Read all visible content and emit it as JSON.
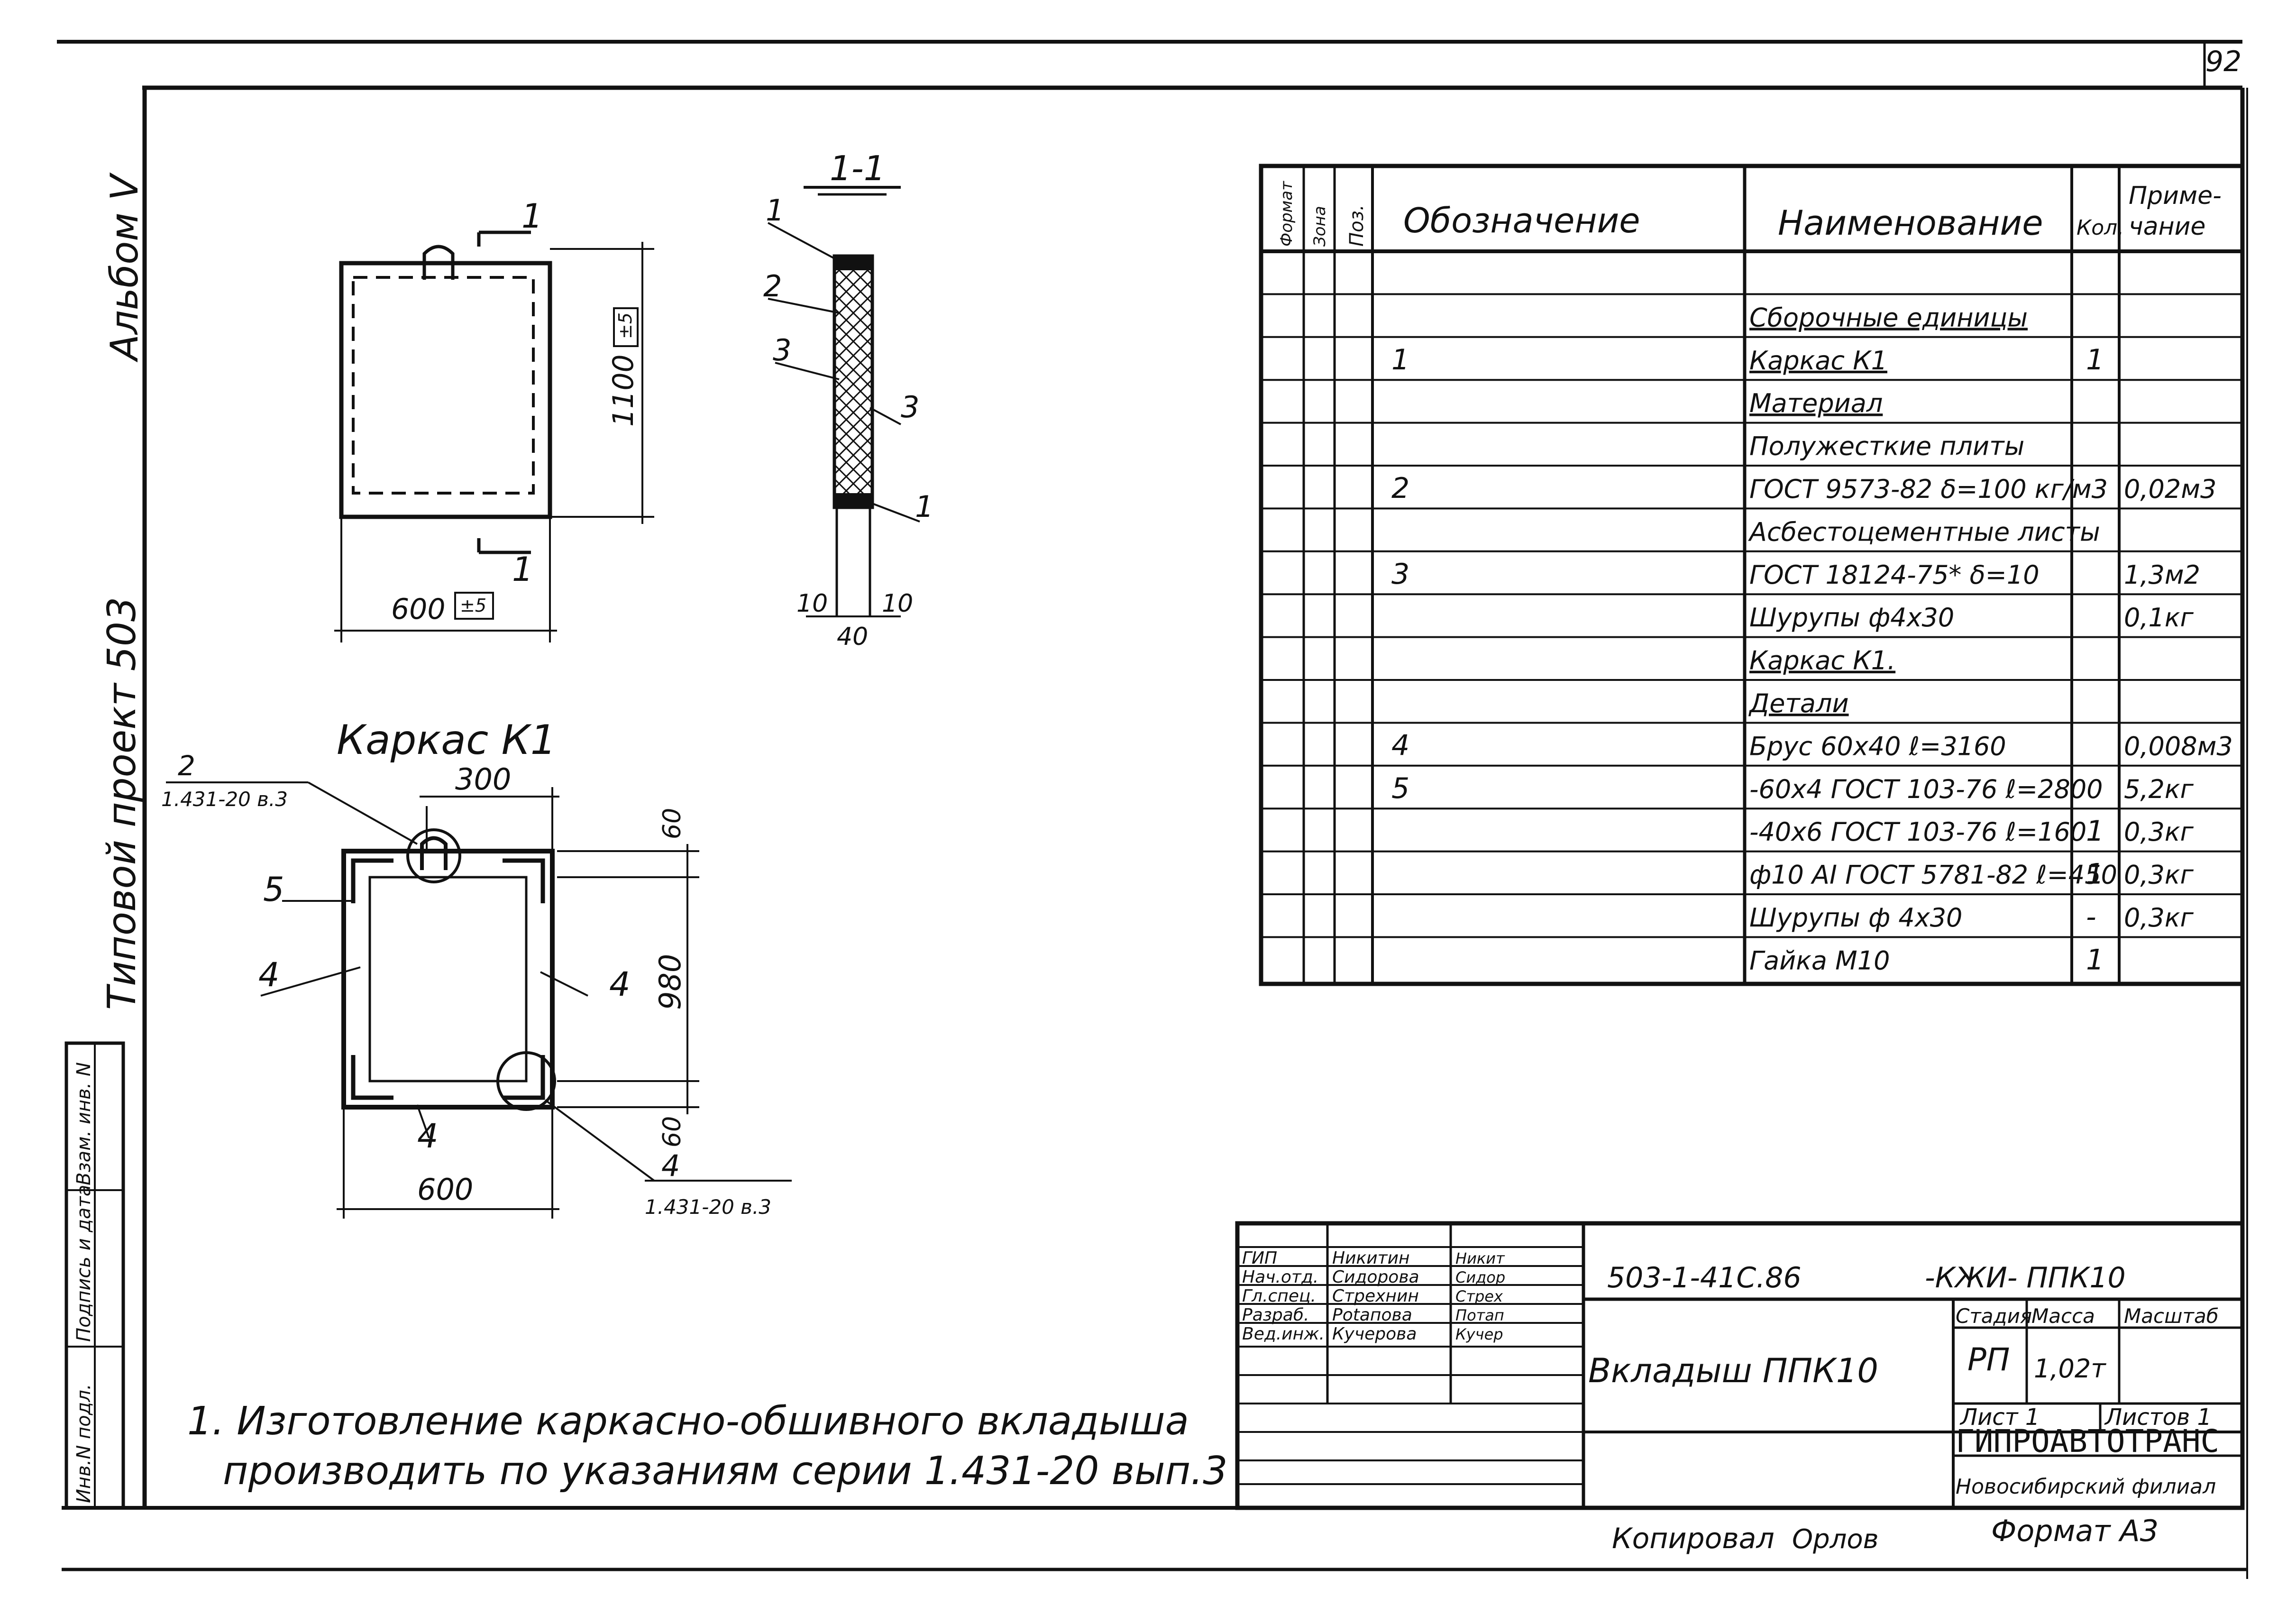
{
  "page_number": "92",
  "left_margin": {
    "album": "Альбом V",
    "project": "Типовой проект 503",
    "stamp_fields": [
      "Инв.N подл.",
      "Подпись и дата",
      "Взам. инв. N"
    ]
  },
  "view_front": {
    "section_mark": "1",
    "height_dim": "1100",
    "height_tol": "±5",
    "width_dim": "600",
    "width_tol": "±5"
  },
  "section": {
    "title": "1-1",
    "callouts": [
      "1",
      "2",
      "3",
      "3",
      "1"
    ],
    "dims": [
      "10",
      "10",
      "40"
    ]
  },
  "frame": {
    "title": "Каркас К1",
    "ref_top_num": "2",
    "ref_top_doc": "1.431-20 в.3",
    "dim_300": "300",
    "dim_980": "980",
    "dim_60_top": "60",
    "dim_60_bottom": "60",
    "dim_600": "600",
    "callout_5": "5",
    "callout_4_left": "4",
    "callout_4_right": "4",
    "callout_4_bottom": "4",
    "ref_bottom_num": "4",
    "ref_bottom_doc": "1.431-20 в.3"
  },
  "spec": {
    "headers": {
      "format": "Формат",
      "zone": "Зона",
      "pos": "Поз.",
      "designation": "Обозначение",
      "name": "Наименование",
      "qty": "Кол.",
      "note_1": "Приме-",
      "note_2": "чание"
    },
    "rows": [
      {
        "pos": "",
        "name": "",
        "qty": "",
        "note": "",
        "ul": false
      },
      {
        "pos": "",
        "name": "Сборочные единицы",
        "qty": "",
        "note": "",
        "ul": true
      },
      {
        "pos": "1",
        "name": "Каркас К1",
        "qty": "1",
        "note": "",
        "ul": true
      },
      {
        "pos": "",
        "name": "Материал",
        "qty": "",
        "note": "",
        "ul": true
      },
      {
        "pos": "",
        "name": "Полужесткие плиты",
        "qty": "",
        "note": "",
        "ul": false
      },
      {
        "pos": "2",
        "name": "ГОСТ 9573-82 δ=100 кг/м3",
        "qty": "",
        "note": "0,02м3",
        "ul": false
      },
      {
        "pos": "",
        "name": "Асбестоцементные листы",
        "qty": "",
        "note": "",
        "ul": false
      },
      {
        "pos": "3",
        "name": "ГОСТ 18124-75* δ=10",
        "qty": "",
        "note": "1,3м2",
        "ul": false
      },
      {
        "pos": "",
        "name": "Шурупы ф4х30",
        "qty": "",
        "note": "0,1кг",
        "ul": false
      },
      {
        "pos": "",
        "name": "Каркас К1.",
        "qty": "",
        "note": "",
        "ul": true
      },
      {
        "pos": "",
        "name": "Детали",
        "qty": "",
        "note": "",
        "ul": true
      },
      {
        "pos": "4",
        "name": "Брус 60х40 ℓ=3160",
        "qty": "",
        "note": "0,008м3",
        "ul": false
      },
      {
        "pos": "5",
        "name": "-60х4 ГОСТ 103-76 ℓ=2800",
        "qty": "",
        "note": "5,2кг",
        "ul": false
      },
      {
        "pos": "",
        "name": "-40х6 ГОСТ 103-76 ℓ=160",
        "qty": "1",
        "note": "0,3кг",
        "ul": false
      },
      {
        "pos": "",
        "name": "ф10 AI ГОСТ 5781-82 ℓ=450",
        "qty": "1",
        "note": "0,3кг",
        "ul": false
      },
      {
        "pos": "",
        "name": "Шурупы ф 4х30",
        "qty": "-",
        "note": "0,3кг",
        "ul": false
      },
      {
        "pos": "",
        "name": "Гайка М10",
        "qty": "1",
        "note": "",
        "ul": false
      }
    ]
  },
  "note_text_1": "1. Изготовление каркасно-обшивного вкладыша",
  "note_text_2": "производить по указаниям серии 1.431-20 вып.3",
  "title_block": {
    "signers": [
      {
        "role": "ГИП",
        "name": "Никитин",
        "sig": "Никит"
      },
      {
        "role": "Нач.отд.",
        "name": "Сидорова",
        "sig": "Сидор"
      },
      {
        "role": "Гл.спец.",
        "name": "Стрехнин",
        "sig": "Стрех"
      },
      {
        "role": "Разраб.",
        "name": "Potапова",
        "sig": "Потап"
      },
      {
        "role": "Вед.инж.",
        "name": "Кучерова",
        "sig": "Кучер"
      }
    ],
    "code": "503-1-41С.86",
    "code_suffix": "-КЖИ- ППК10",
    "title": "Вкладыш ППК10",
    "stage_h": "Стадия",
    "mass_h": "Масса",
    "scale_h": "Масштаб",
    "stage": "РП",
    "mass": "1,02т",
    "sheet": "Лист 1",
    "sheets": "Листов 1",
    "org1": "ГИПРОАВТОТРАНС",
    "org2": "Новосибирский филиал"
  },
  "copied": "Копировал",
  "copied_sig": "Орлов",
  "format": "Формат А3"
}
